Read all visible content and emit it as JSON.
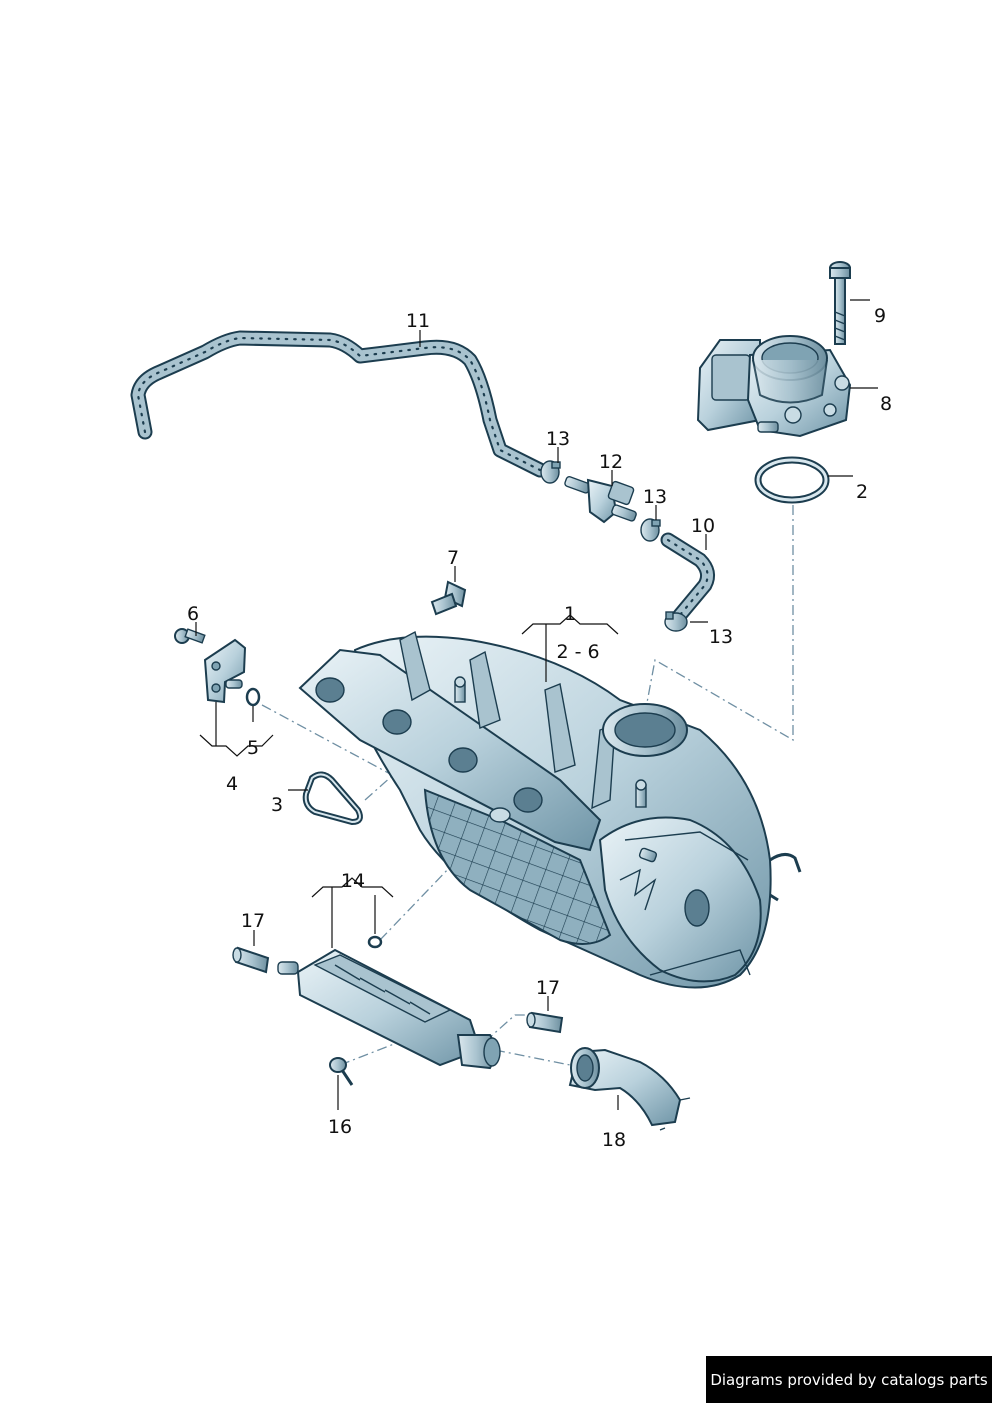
{
  "callouts": {
    "c1": "1",
    "c2": "2",
    "c2_6": "2 - 6",
    "c3": "3",
    "c4": "4",
    "c5": "5",
    "c6": "6",
    "c7": "7",
    "c8": "8",
    "c9": "9",
    "c10": "10",
    "c11": "11",
    "c12": "12",
    "c13a": "13",
    "c13b": "13",
    "c13c": "13",
    "c14": "14",
    "c16": "16",
    "c17a": "17",
    "c17b": "17",
    "c18": "18"
  },
  "footer": {
    "credit": "Diagrams provided by catalogs parts"
  },
  "colors": {
    "part_fill": "#c9dce4",
    "part_dark": "#7fa3b3",
    "outline": "#1c3d4f",
    "dash": "#6f8fa3"
  }
}
